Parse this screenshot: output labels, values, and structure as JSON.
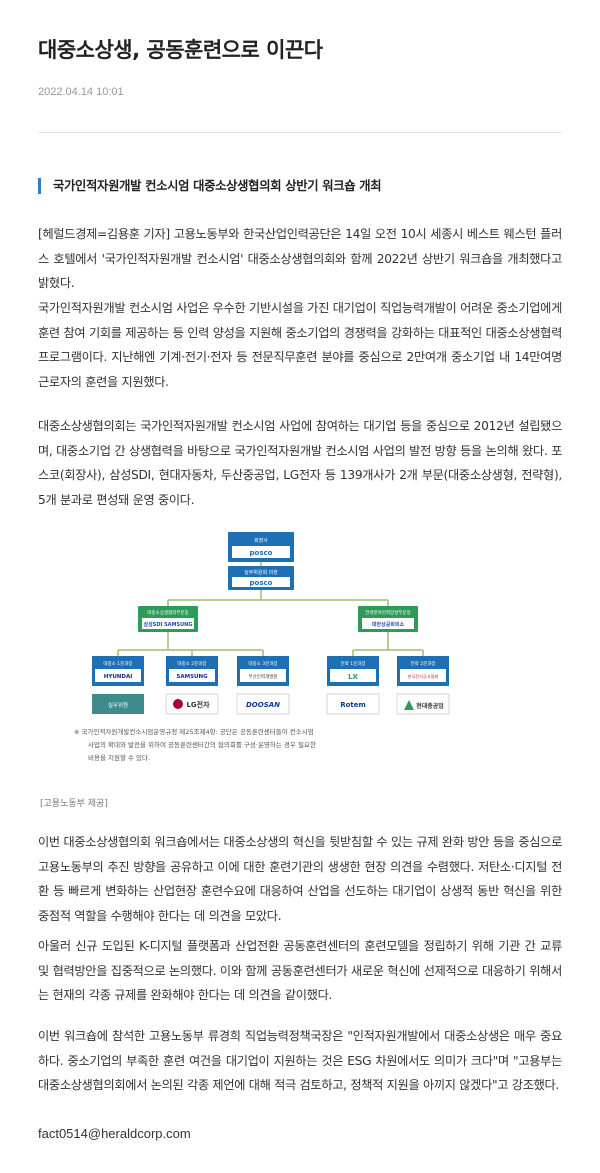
{
  "article": {
    "title": "대중소상생, 공동훈련으로 이끈다",
    "date": "2022.04.14 10:01",
    "subheading": "국가인적자원개발 컨소시엄 대중소상생협의회 상반기 워크숍 개최",
    "paragraphs": [
      "[헤럴드경제=김용훈 기자] 고용노동부와 한국산업인력공단은 14일 오전 10시 세종시 베스트 웨스턴 플러스 호텔에서 '국가인적자원개발 컨소시엄' 대중소상생협의회와 함께 2022년 상반기 워크숍을 개최했다고 밝혔다.",
      "국가인적자원개발 컨소시엄 사업은 우수한 기반시설을 가진 대기업이 직업능력개발이 어려운 중소기업에게 훈련 참여 기회를 제공하는 등 인력 양성을 지원해 중소기업의 경쟁력을 강화하는 대표적인 대중소상생협력 프로그램이다. 지난해엔 기계·전기·전자 등 전문직무훈련 분야를 중심으로 2만여개 중소기업 내 14만여명 근로자의 훈련을 지원했다.",
      "대중소상생협의회는 국가인적자원개발 컨소시엄 사업에 참여하는 대기업 등을 중심으로 2012년 설립됐으며, 대중소기업 간 상생협력을 바탕으로 국가인적자원개발 컨소시엄 사업의 발전 방향 등을 논의해 왔다. 포스코(회장사), 삼성SDI, 현대자동차, 두산중공업, LG전자 등 139개사가 2개 부문(대중소상생형, 전략형), 5개 분과로 편성돼 운영 중이다.",
      "이번 대중소상생협의회 워크숍에서는 대중소상생의 혁신을 뒷받침할 수 있는 규제 완화 방안 등을 중심으로 고용노동부의 추진 방향을 공유하고 이에 대한 훈련기관의 생생한 현장 의견을 수렴했다. 저탄소·디지털 전환 등 빠르게 변화하는 산업현장 훈련수요에 대응하여 산업을 선도하는 대기업이 상생적 동반 혁신을 위한 중점적 역할을 수행해야 한다는 데 의견을 모았다.",
      "아울러 신규 도입된 K-디지털 플랫폼과 산업전환 공동훈련센터의 훈련모델을 정립하기 위해 기관 간 교류 및 협력방안을 집중적으로 논의했다. 이와 함께 공동훈련센터가 새로운 혁신에 선제적으로 대응하기 위해서는 현재의 각종 규제를 완화해야 한다는 데 의견을 같이했다.",
      "이번 워크숍에 참석한 고용노동부 류경희 직업능력정책국장은 \"인적자원개발에서 대중소상생은 매우 중요하다. 중소기업의 부족한 훈련 여건을 대기업이 지원하는 것은 ESG 차원에서도 의미가 크다\"며 \"고용부는 대중소상생협의회에서 논의된 각종 제언에 대해 적극 검토하고, 정책적 지원을 아끼지 않겠다\"고 강조했다."
    ],
    "email": "fact0514@heraldcorp.com"
  },
  "figure": {
    "top_box": {
      "label": "회장사",
      "logo": "posco"
    },
    "second_box": {
      "label": "실무위원회 의장",
      "logo": "posco"
    },
    "branches": [
      {
        "label": "대중소상생협력부문장",
        "logo": "삼성SDI SAMSUNG"
      },
      {
        "label": "전략분야인력양성부문장",
        "logo": "대한상공회의소"
      }
    ],
    "sub_boxes": [
      {
        "label": "대중소 1분과장",
        "logo": "HYUNDAI"
      },
      {
        "label": "대중소 2분과장",
        "logo": "SAMSUNG"
      },
      {
        "label": "대중소 3분과장",
        "logo": "부산인력개발원"
      },
      {
        "label": "전략 1분과장",
        "logo": "LX"
      },
      {
        "label": "전략 2분과장",
        "logo": "한국전기공사협회"
      }
    ],
    "row_label": "실무위원",
    "members": [
      "LG전자",
      "DOOSAN",
      "Rotem",
      "현대중공업"
    ],
    "note": [
      "※ 국가인적자원개발컨소시엄운영규정 제25조제4항: 공단은 공동훈련센터들이 컨소시엄",
      "사업의 확대와 발전을 위하여 공동훈련센터간의 협의회를 구성·운영하는 경우 필요한",
      "비용을 지원할 수 있다."
    ],
    "caption": "[고용노동부 제공]"
  },
  "colors": {
    "accent": "#2f80c6",
    "org_blue": "#1f6fb5",
    "branch_green": "#2e9b58",
    "member_teal": "#3f8a8c",
    "line": "#9bbf6a"
  }
}
